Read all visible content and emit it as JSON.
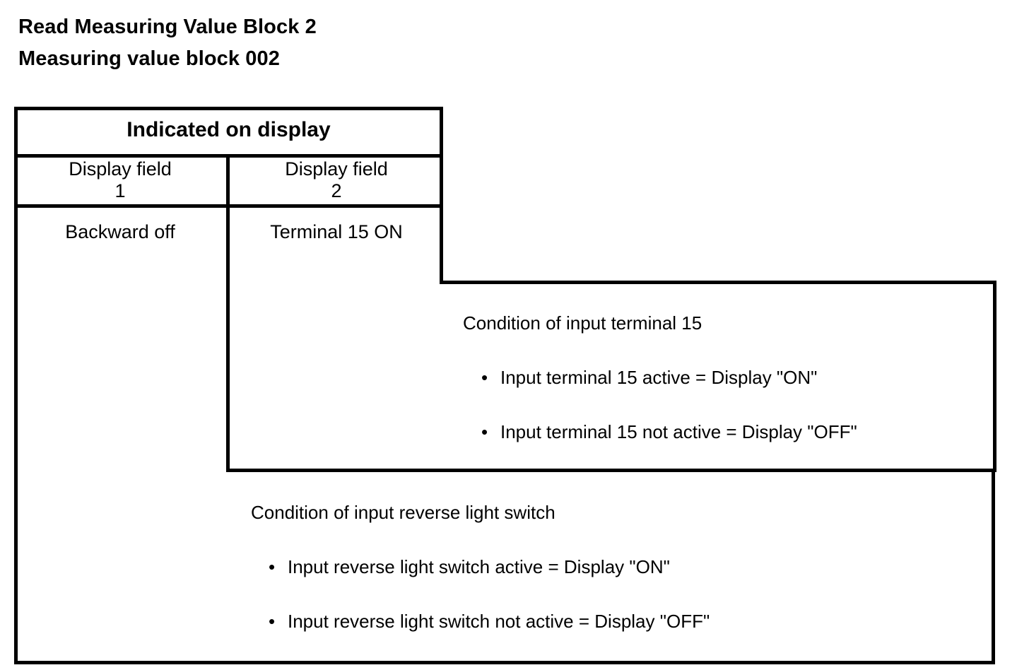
{
  "title": {
    "line1": "Read Measuring Value Block 2",
    "line2": "Measuring value block 002"
  },
  "table": {
    "header": "Indicated on display",
    "columns": [
      {
        "label": "Display field",
        "number": "1"
      },
      {
        "label": "Display field",
        "number": "2"
      }
    ],
    "row": {
      "field1": "Backward off",
      "field2": "Terminal 15 ON"
    }
  },
  "callouts": [
    {
      "heading": "Condition of input terminal 15",
      "bullet_glyph": "•",
      "bullets": [
        "Input terminal 15 active = Display \"ON\"",
        "Input terminal 15 not active = Display \"OFF\""
      ]
    },
    {
      "heading": "Condition of input reverse light switch",
      "bullet_glyph": "•",
      "bullets": [
        "Input reverse light switch active = Display \"ON\"",
        "Input reverse light switch not active = Display \"OFF\""
      ]
    }
  ],
  "colors": {
    "ink": "#000000",
    "paper": "#ffffff"
  }
}
